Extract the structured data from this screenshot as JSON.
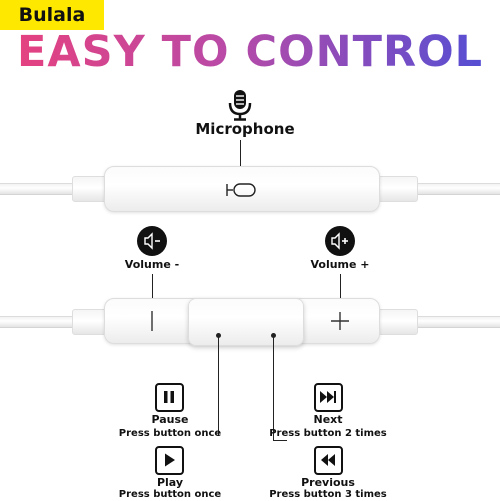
{
  "brand": "Bulala",
  "headline": "EASY TO CONTROL",
  "microphone": {
    "label": "Microphone",
    "icon": "microphone-icon"
  },
  "volume_down": {
    "label": "Volume -",
    "icon": "speaker-minus-icon"
  },
  "volume_up": {
    "label": "Volume +",
    "icon": "speaker-plus-icon"
  },
  "actions": {
    "pause": {
      "label": "Pause",
      "desc": "Press button once",
      "icon": "pause-icon"
    },
    "play": {
      "label": "Play",
      "desc": "Press button once",
      "icon": "play-icon"
    },
    "next": {
      "label": "Next",
      "desc": "Press button 2 times",
      "icon": "next-icon"
    },
    "previous": {
      "label": "Previous",
      "desc": "Press button 3 times",
      "icon": "previous-icon"
    }
  },
  "colors": {
    "brand_bg": "#ffe800",
    "headline_start": "#e8417d",
    "headline_end": "#4f4fd6",
    "icon": "#111111"
  }
}
